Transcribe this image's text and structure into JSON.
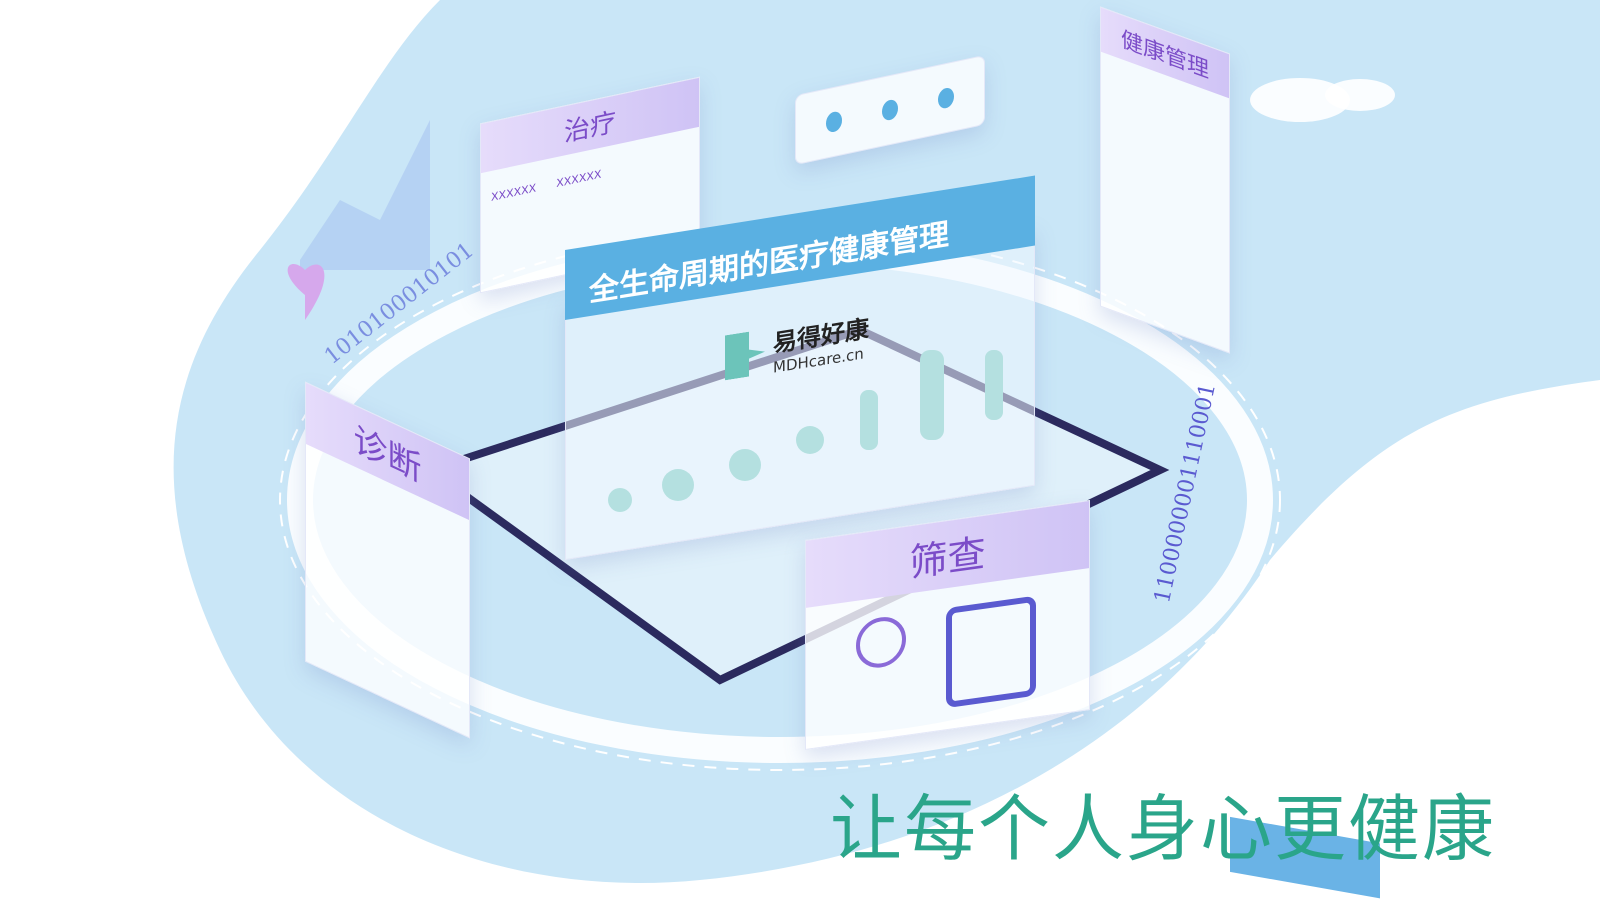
{
  "headline": "全生命周期的医疗健康管理",
  "brand": {
    "name_cn": "易得好康",
    "name_en": "MDHcare.cn"
  },
  "panels": {
    "treatment": "治疗",
    "treatment_labels": [
      "XXXXXX",
      "XXXXXX"
    ],
    "diagnosis": "诊断",
    "screening": "筛查",
    "health_management": "健康管理"
  },
  "binary": {
    "left": "1010100010101",
    "right": "1100000001110001"
  },
  "slogan": "让每个人身心更健康",
  "colors": {
    "bg_blob": "#c9e6f7",
    "header": "#5ab0e2",
    "purple": "#7b4cc8",
    "green": "#2aa58a"
  }
}
